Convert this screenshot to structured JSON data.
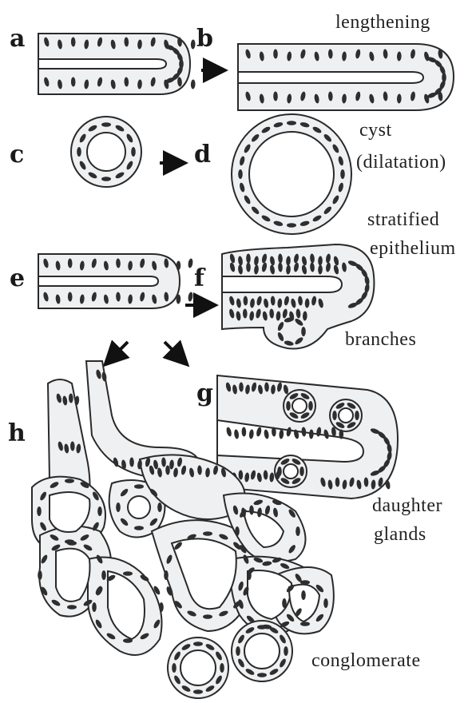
{
  "panels": {
    "a": "a",
    "b": "b",
    "c": "c",
    "d": "d",
    "e": "e",
    "f": "f",
    "g": "g",
    "h": "h"
  },
  "captions": {
    "lengthening": "lengthening",
    "cyst_line1": "cyst",
    "cyst_line2": "(dilatation)",
    "stratified_line1": "stratified",
    "stratified_line2": "epithelium",
    "branches": "branches",
    "daughter_line1": "daughter",
    "daughter_line2": "glands",
    "conglomerate": "conglomerate"
  },
  "colors": {
    "tissue": "#eef0f2",
    "outline": "#2a2a2a",
    "nucleus": "#2e2e2e"
  }
}
